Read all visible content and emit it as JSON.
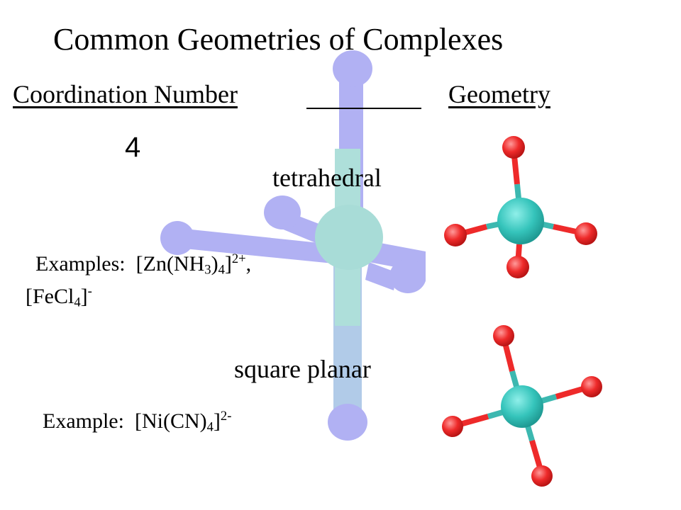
{
  "title": "Common Geometries of Complexes",
  "columns": {
    "coordination_number": "Coordination Number",
    "geometry": "Geometry"
  },
  "coordination_number_value": "4",
  "geometries": [
    {
      "name": "tetrahedral",
      "examples_label": "Examples:",
      "examples": [
        {
          "prefix": "[Zn(NH",
          "sub1": "3",
          "mid": ")",
          "sub2": "4",
          "close": "]",
          "charge": "2+",
          "tail": ","
        },
        {
          "prefix": "[FeCl",
          "sub1": "4",
          "close": "]",
          "charge": "-"
        }
      ]
    },
    {
      "name": "square planar",
      "examples_label": "Example:",
      "examples": [
        {
          "prefix": "[Ni(CN)",
          "sub1": "4",
          "close": "]",
          "charge": "2-"
        }
      ]
    }
  ],
  "colors": {
    "metal_atom": "#3cc8c0",
    "ligand_atom": "#ee2a2a",
    "bond_metal": "#3cb8b0",
    "bond_ligand": "#ee2a2a",
    "watermark_atom": "#a9a9f2",
    "watermark_center": "#9fd9d3"
  }
}
